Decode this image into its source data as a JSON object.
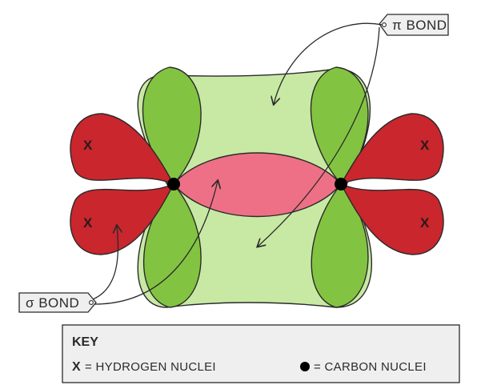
{
  "labels": {
    "pi_bond": "π BOND",
    "sigma_bond": "σ BOND"
  },
  "nucleus_marks": {
    "hydrogen": [
      "X",
      "X",
      "X",
      "X"
    ]
  },
  "key": {
    "title": "KEY",
    "hydrogen_symbol": "X",
    "hydrogen_text": "= HYDROGEN  NUCLEI",
    "carbon_text": "= CARBON  NUCLEI"
  },
  "colors": {
    "pi_cloud": "#c8e9a4",
    "p_lobe": "#82c441",
    "sigma_cc": "#ee7086",
    "sigma_ch": "#c9262d",
    "nucleus": "#000000",
    "key_fill": "#efefef"
  }
}
